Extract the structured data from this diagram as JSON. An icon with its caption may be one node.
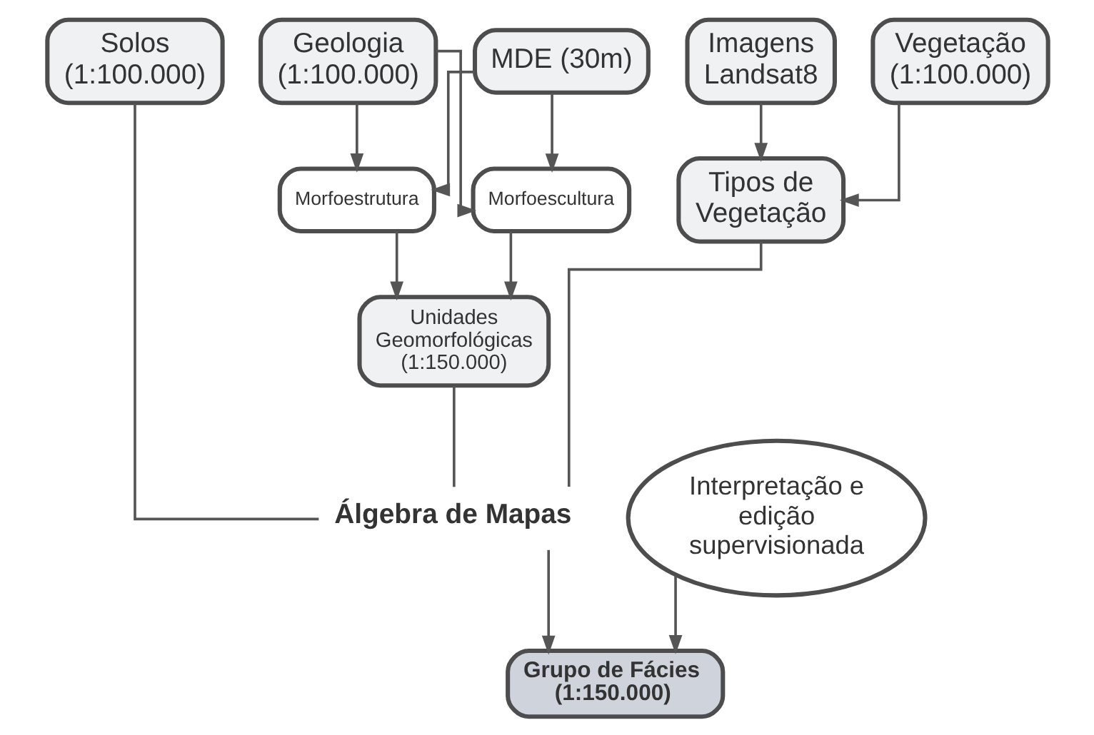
{
  "diagram": {
    "nodes": [
      {
        "text": [
          "Solos (1:100.000)"
        ]
      },
      {
        "text": [
          "MDE (30m)"
        ]
      },
      {
        "text": [
          "Geologia (1:100.000)"
        ]
      },
      {
        "text": [
          "Vegetação (1:100.000)"
        ]
      },
      {
        "text": [
          "Imagens Landsat8"
        ]
      },
      {
        "text": [
          "Morfoestrutura"
        ]
      },
      {
        "text": [
          "Morfoescultura"
        ]
      },
      {
        "text": [
          "Unidades Geomorfológicas (1:150.000)"
        ]
      },
      {
        "text": [
          "Tipos de Vegetação"
        ]
      },
      {
        "text": [
          "Álgebra de Mapas"
        ]
      },
      {
        "text": [
          "Interpretação e edição supervisionada"
        ]
      },
      {
        "text": [
          "Grupo de Fácies (1:150.000)"
        ]
      }
    ],
    "edges": [
      {
        "from": 1,
        "to": 5,
        "arrow": "to"
      },
      {
        "from": 1,
        "to": 6,
        "arrow": "to"
      },
      {
        "from": 2,
        "to": 5,
        "arrow": "to"
      },
      {
        "from": 2,
        "to": 6,
        "arrow": "to"
      },
      {
        "from": 3,
        "to": 8,
        "arrow": "to"
      },
      {
        "from": 4,
        "to": 8,
        "arrow": "to"
      },
      {
        "from": 5,
        "to": 7,
        "arrow": "to"
      },
      {
        "from": 6,
        "to": 7,
        "arrow": "to"
      },
      {
        "from": 0,
        "to": 9,
        "arrow": "none"
      },
      {
        "from": 7,
        "to": 9,
        "arrow": "none"
      },
      {
        "from": 8,
        "to": 9,
        "arrow": "none"
      },
      {
        "from": 9,
        "to": 11,
        "arrow": "to"
      },
      {
        "from": 10,
        "to": 11,
        "arrow": "to"
      }
    ]
  }
}
